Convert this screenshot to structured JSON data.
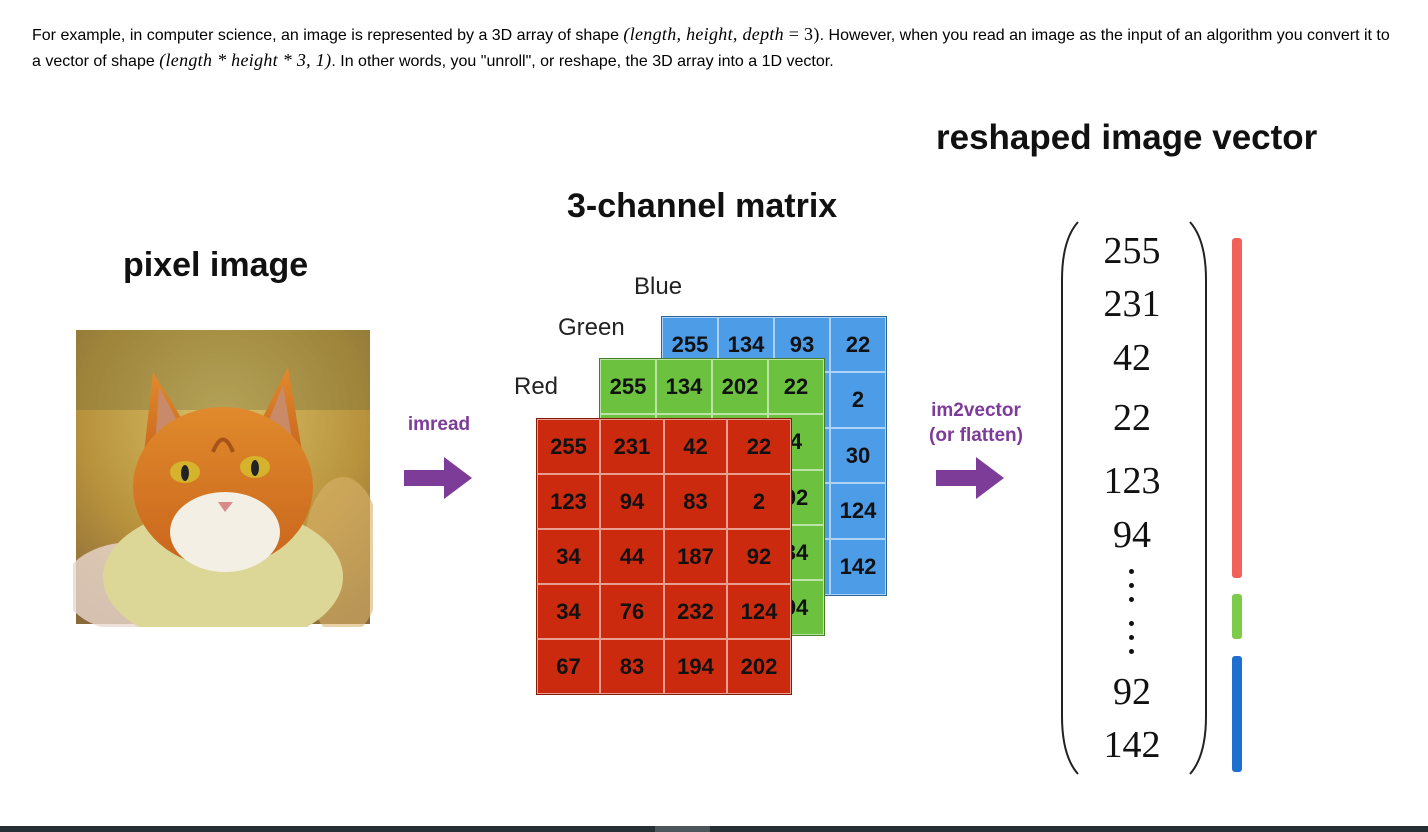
{
  "paragraph": {
    "part1": "For example, in computer science, an image is represented by a 3D array of shape ",
    "math1_vars": "(length, height, depth",
    "math1_eq": " = 3)",
    "part2": ". However, when you read an image as the input of an algorithm you convert it to a vector of shape ",
    "math2": "(length * height * 3, 1)",
    "part3": ". In other words, you \"unroll\", or reshape, the 3D array into a 1D vector."
  },
  "figure": {
    "pixel_image_title": "pixel image",
    "matrix_title": "3-channel matrix",
    "vector_title": "reshaped image vector",
    "imread_label": "imread",
    "im2vector_label": "im2vector",
    "flatten_label": "(or flatten)",
    "arrow_color": "#7d3c98",
    "layers": {
      "blue": {
        "label": "Blue",
        "color": "#4d9ce8",
        "rows": [
          [
            "255",
            "134",
            "93",
            "22"
          ],
          [
            "",
            "",
            "",
            "2"
          ],
          [
            "",
            "",
            "",
            "30"
          ],
          [
            "",
            "",
            "",
            "124"
          ],
          [
            "",
            "",
            "",
            "142"
          ]
        ]
      },
      "green": {
        "label": "Green",
        "color": "#6cc23e",
        "rows": [
          [
            "255",
            "134",
            "202",
            "22"
          ],
          [
            "",
            "",
            "",
            "4"
          ],
          [
            "",
            "",
            "",
            "92"
          ],
          [
            "",
            "",
            "",
            "34"
          ],
          [
            "",
            "",
            "",
            "94"
          ]
        ]
      },
      "red": {
        "label": "Red",
        "color": "#cc2a0f",
        "rows": [
          [
            "255",
            "231",
            "42",
            "22"
          ],
          [
            "123",
            "94",
            "83",
            "2"
          ],
          [
            "34",
            "44",
            "187",
            "92"
          ],
          [
            "34",
            "76",
            "232",
            "124"
          ],
          [
            "67",
            "83",
            "194",
            "202"
          ]
        ]
      }
    },
    "vector": [
      "255",
      "231",
      "42",
      "22",
      "123",
      "94",
      "92",
      "142"
    ],
    "channel_bar_colors": {
      "red": "#f2605a",
      "green": "#7ccc4a",
      "blue": "#1f6fd0"
    }
  }
}
